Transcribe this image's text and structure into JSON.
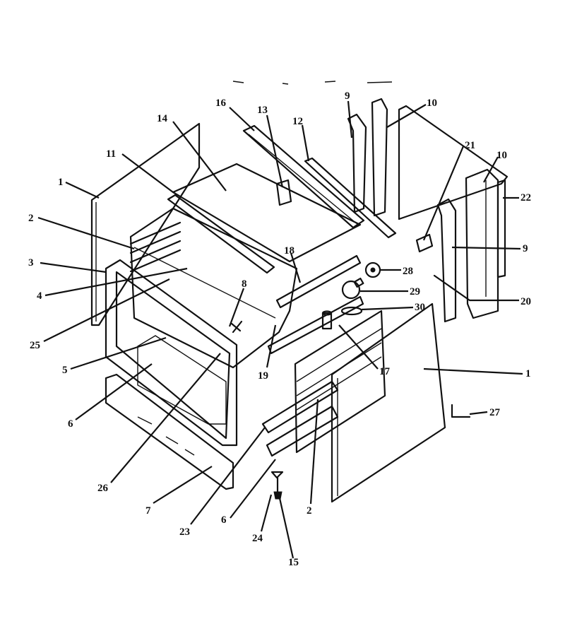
{
  "callouts": {
    "c1a": "1",
    "c1b": "1",
    "c2a": "2",
    "c2b": "2",
    "c3": "3",
    "c4": "4",
    "c5": "5",
    "c6a": "6",
    "c6b": "6",
    "c7": "7",
    "c8": "8",
    "c9a": "9",
    "c9b": "9",
    "c10a": "10",
    "c10b": "10",
    "c11": "11",
    "c12": "12",
    "c13": "13",
    "c14": "14",
    "c15": "15",
    "c16": "16",
    "c17": "17",
    "c18": "18",
    "c19": "19",
    "c20": "20",
    "c21": "21",
    "c22": "22",
    "c23": "23",
    "c24": "24",
    "c25": "25",
    "c26": "26",
    "c27": "27",
    "c28": "28",
    "c29": "29",
    "c30": "30"
  }
}
